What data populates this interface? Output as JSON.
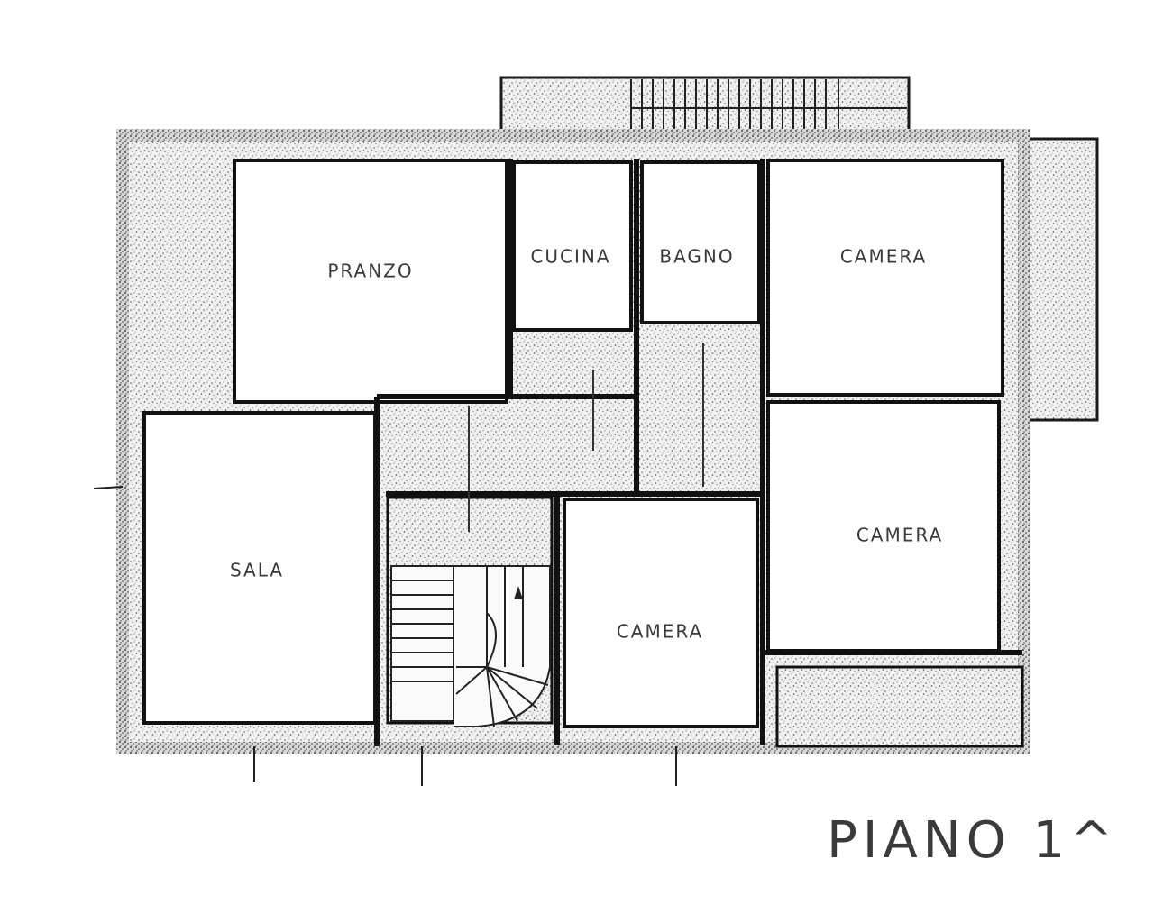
{
  "plan": {
    "title": "PIANO 1^",
    "rooms": {
      "pranzo": "PRANZO",
      "cucina": "CUCINA",
      "bagno": "BAGNO",
      "camera_top_right": "CAMERA",
      "sala": "SALA",
      "camera_middle_right": "CAMERA",
      "camera_center": "CAMERA"
    },
    "colors": {
      "wall": "#1a1a1a",
      "stipple": "#6a6a6a",
      "room_fill": "#ffffff",
      "label": "#3a3a3a"
    }
  }
}
